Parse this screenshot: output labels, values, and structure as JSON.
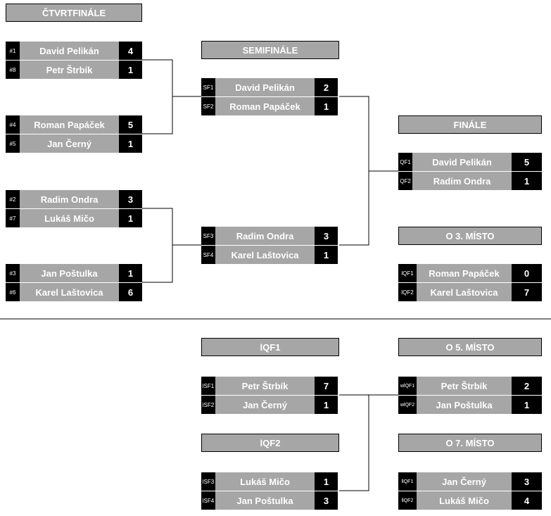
{
  "headers": {
    "quarterfinal": "ČTVRTFINÁLE",
    "semifinal": "SEMIFINÁLE",
    "final": "FINÁLE",
    "third_place": "O 3. MÍSTO",
    "lqf1": "lQF1",
    "fifth_place": "O 5. MÍSTO",
    "lqf2": "lQF2",
    "seventh_place": "O 7. MÍSTO"
  },
  "matches": {
    "qf1": [
      {
        "seed": "#1",
        "name": "David Pelikán",
        "score": "4"
      },
      {
        "seed": "#8",
        "name": "Petr Štrbík",
        "score": "1"
      }
    ],
    "qf2": [
      {
        "seed": "#4",
        "name": "Roman Papáček",
        "score": "5"
      },
      {
        "seed": "#5",
        "name": "Jan Černý",
        "score": "1"
      }
    ],
    "qf3": [
      {
        "seed": "#2",
        "name": "Radim Ondra",
        "score": "3"
      },
      {
        "seed": "#7",
        "name": "Lukáš Mičo",
        "score": "1"
      }
    ],
    "qf4": [
      {
        "seed": "#3",
        "name": "Jan Poštulka",
        "score": "1"
      },
      {
        "seed": "#6",
        "name": "Karel Laštovica",
        "score": "6"
      }
    ],
    "sf1": [
      {
        "seed": "SF1",
        "name": "David Pelikán",
        "score": "2"
      },
      {
        "seed": "SF2",
        "name": "Roman Papáček",
        "score": "1"
      }
    ],
    "sf2": [
      {
        "seed": "SF3",
        "name": "Radim Ondra",
        "score": "3"
      },
      {
        "seed": "SF4",
        "name": "Karel Laštovica",
        "score": "1"
      }
    ],
    "final": [
      {
        "seed": "QF1",
        "name": "David Pelikán",
        "score": "5"
      },
      {
        "seed": "QF2",
        "name": "Radim Ondra",
        "score": "1"
      }
    ],
    "third": [
      {
        "seed": "lQF1",
        "name": "Roman Papáček",
        "score": "0"
      },
      {
        "seed": "lQF2",
        "name": "Karel Laštovica",
        "score": "7"
      }
    ],
    "lsf1": [
      {
        "seed": "lSF1",
        "name": "Petr Štrbík",
        "score": "7"
      },
      {
        "seed": "lSF2",
        "name": "Jan Černý",
        "score": "1"
      }
    ],
    "lsf2": [
      {
        "seed": "lSF3",
        "name": "Lukáš Mičo",
        "score": "1"
      },
      {
        "seed": "lSF4",
        "name": "Jan Poštulka",
        "score": "3"
      }
    ],
    "fifth": [
      {
        "seed": "wlQF1",
        "name": "Petr Štrbík",
        "score": "2"
      },
      {
        "seed": "wlQF2",
        "name": "Jan Poštulka",
        "score": "1"
      }
    ],
    "seventh": [
      {
        "seed": "llQF1",
        "name": "Jan Černý",
        "score": "3"
      },
      {
        "seed": "llQF2",
        "name": "Lukáš Mičo",
        "score": "4"
      }
    ]
  }
}
